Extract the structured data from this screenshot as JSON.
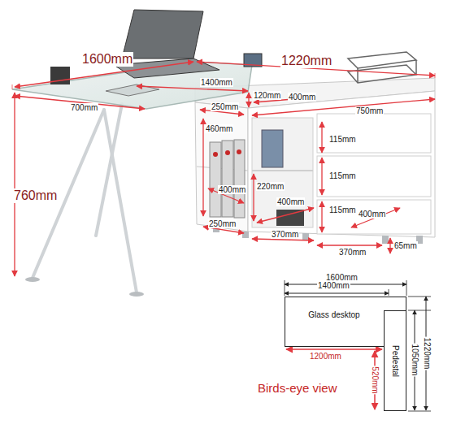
{
  "diagram": {
    "nodes": [
      {
        "text": [
          "Glass desktop"
        ]
      },
      {
        "text": [
          "Pedestal"
        ]
      }
    ],
    "labels": [
      "1600mm",
      "1220mm",
      "1400mm",
      "700mm",
      "250mm",
      "120mm",
      "400mm",
      "750mm",
      "460mm",
      "115mm",
      "400mm",
      "220mm",
      "115mm",
      "400mm",
      "115mm",
      "400mm",
      "760mm",
      "250mm",
      "370mm",
      "370mm",
      "65mm",
      "1600mm",
      "1400mm",
      "1200mm",
      "520mm",
      "1050mm",
      "1220mm",
      "Birds-eye view"
    ]
  }
}
